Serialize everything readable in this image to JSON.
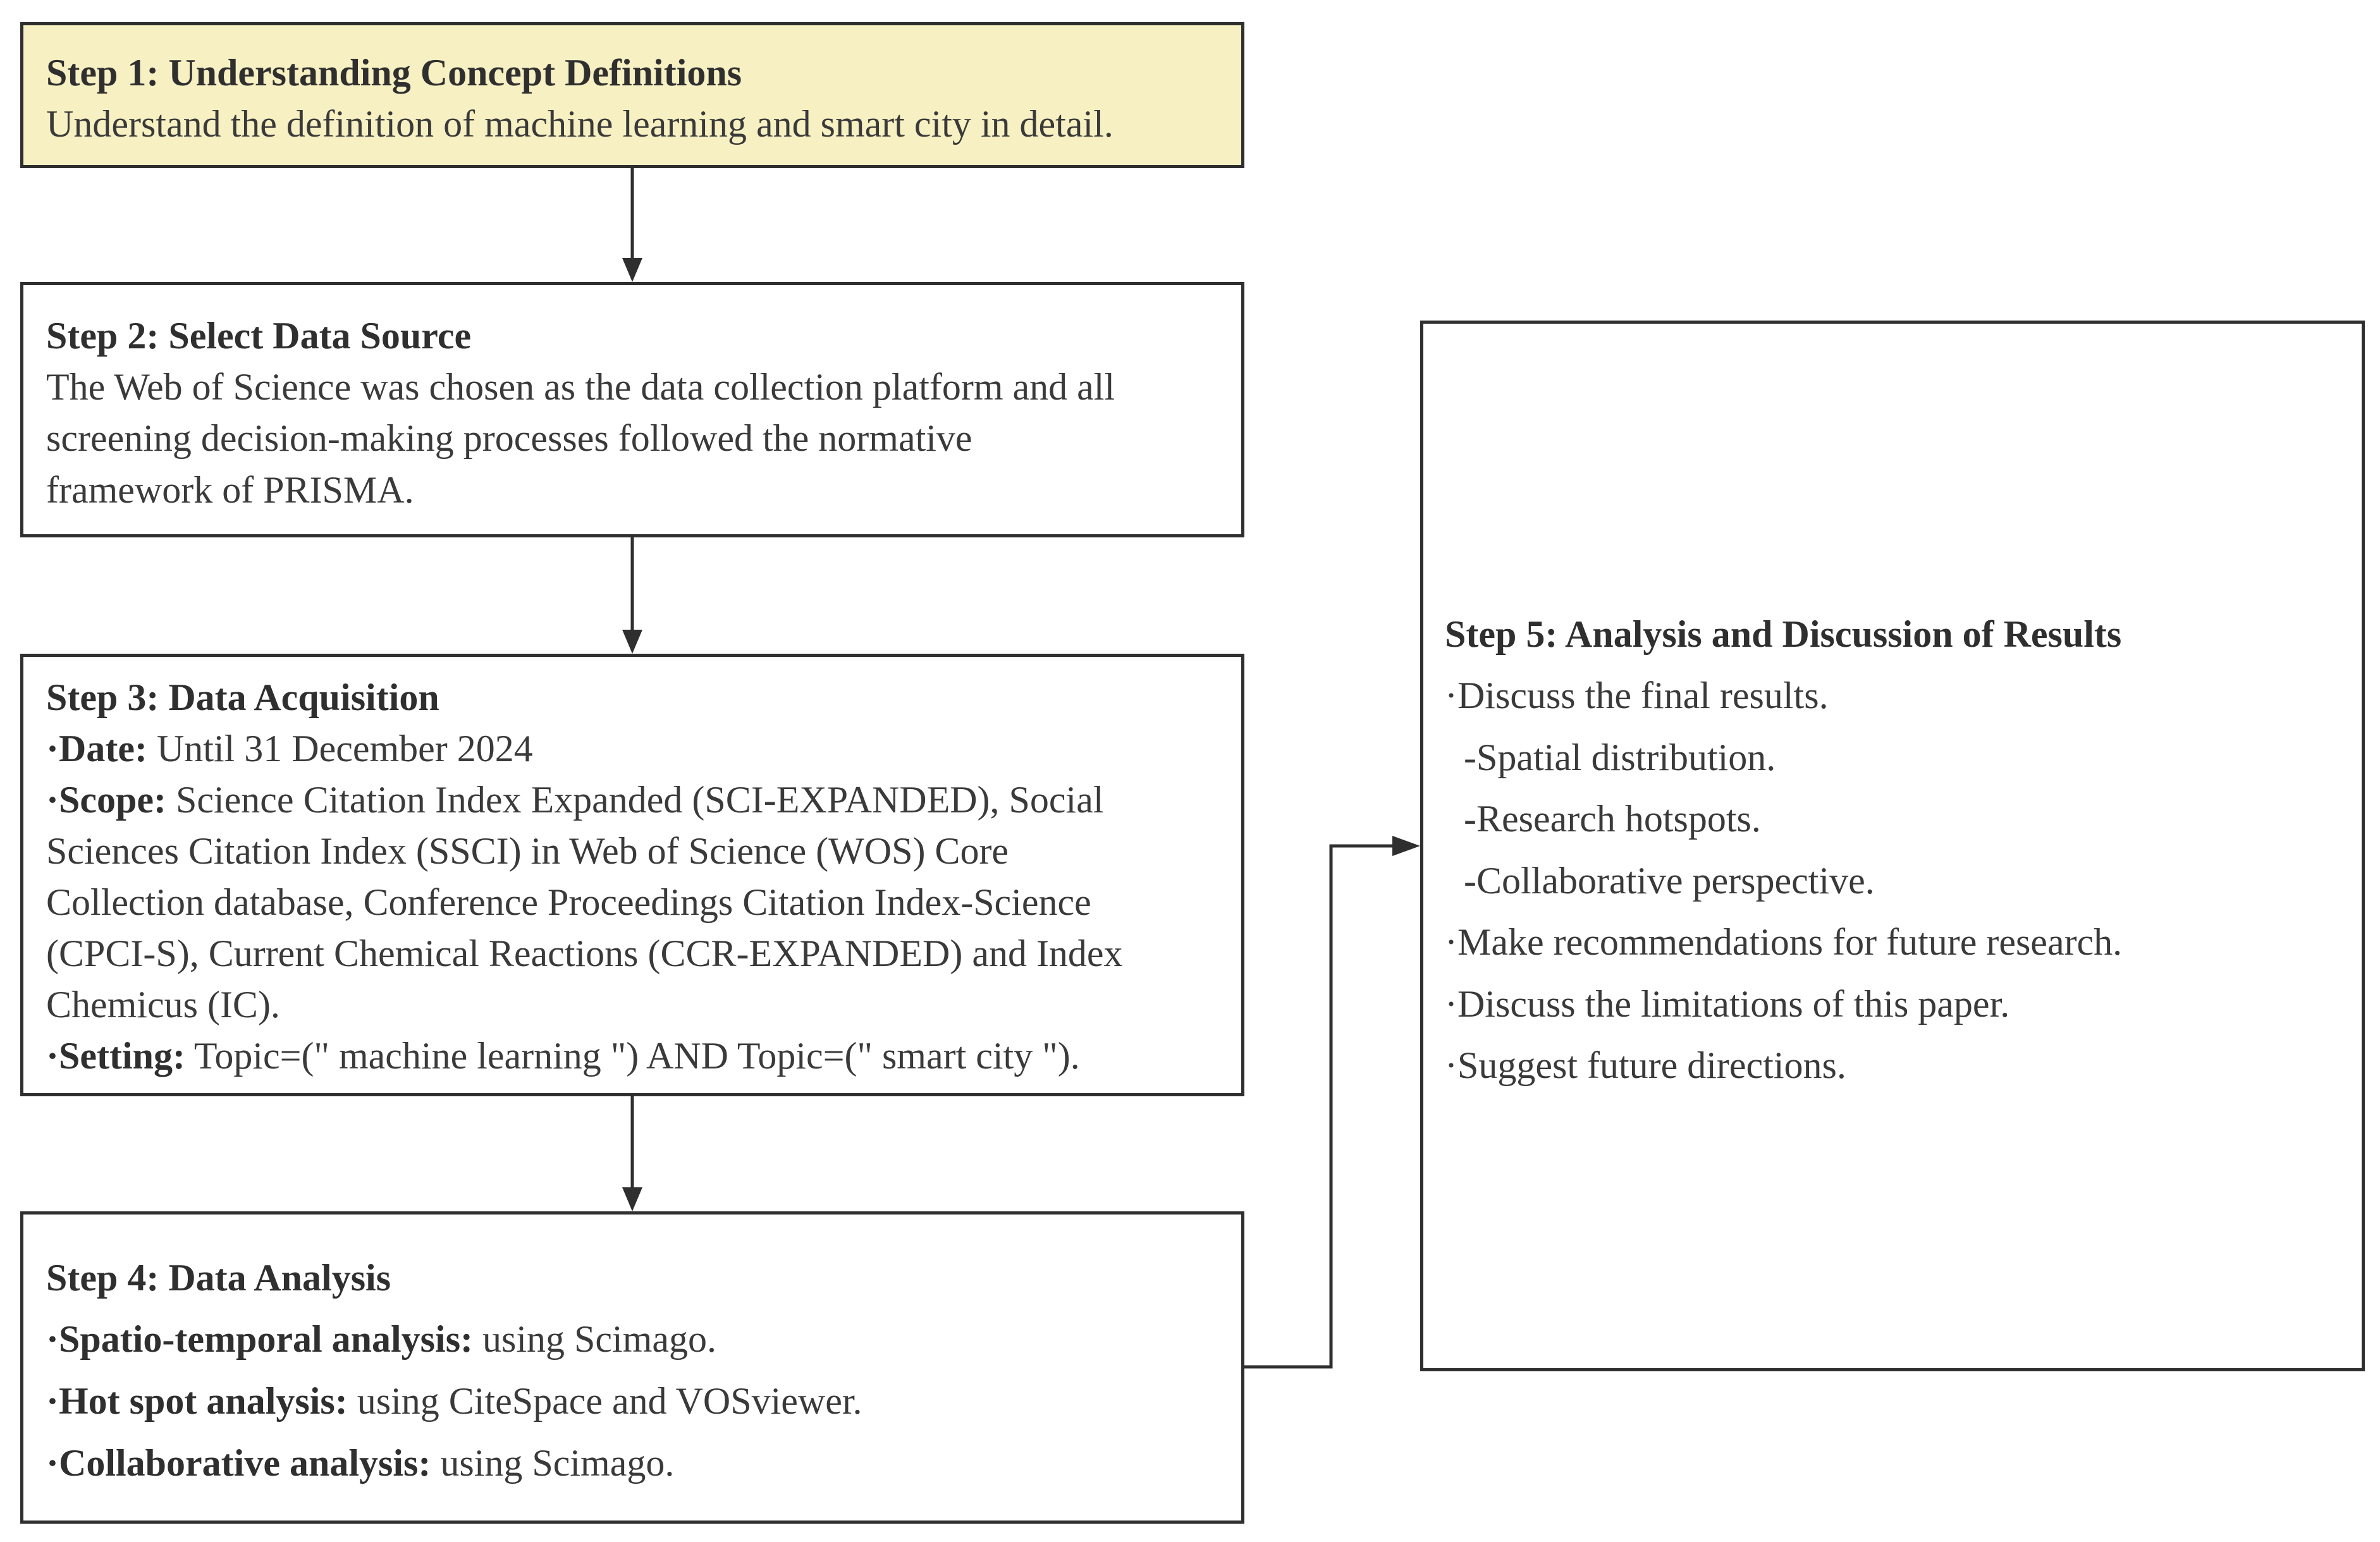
{
  "steps": {
    "step1": {
      "title": "Step 1: Understanding Concept Definitions",
      "text": "Understand the definition of machine learning and smart city in detail."
    },
    "step2": {
      "title": "Step 2: Select Data Source",
      "lines": [
        "The Web of Science was chosen as the data collection platform and all",
        "screening decision-making processes followed the normative",
        "framework of PRISMA."
      ]
    },
    "step3": {
      "title": "Step 3: Data Acquisition",
      "date_label": "·Date:",
      "date_value": " Until 31 December 2024",
      "scope_label": "·Scope:",
      "scope_lines": [
        " Science Citation Index Expanded (SCI-EXPANDED), Social",
        "Sciences Citation Index (SSCI) in Web of Science (WOS) Core",
        "Collection database, Conference Proceedings Citation Index-Science",
        "(CPCI-S), Current Chemical Reactions (CCR-EXPANDED) and Index",
        "Chemicus (IC)."
      ],
      "setting_label": "·Setting:",
      "setting_value": " Topic=(\" machine learning \") AND Topic=(\" smart city \")."
    },
    "step4": {
      "title": "Step 4: Data Analysis",
      "items": [
        {
          "label": "·Spatio-temporal analysis:",
          "value": " using Scimago."
        },
        {
          "label": "·Hot spot analysis:",
          "value": " using CiteSpace and VOSviewer."
        },
        {
          "label": "·Collaborative analysis:",
          "value": " using Scimago."
        }
      ]
    },
    "step5": {
      "title": "Step 5: Analysis and Discussion of Results",
      "items": [
        "·Discuss the final results.",
        "  -Spatial distribution.",
        "  -Research hotspots.",
        "  -Collaborative perspective.",
        "·Make recommendations for future research.",
        "·Discuss the limitations of this paper.",
        "·Suggest future directions."
      ]
    }
  },
  "colors": {
    "step1_fill": "#f7f0c2",
    "border": "#2f2f2f",
    "text": "#3a3a3a"
  }
}
